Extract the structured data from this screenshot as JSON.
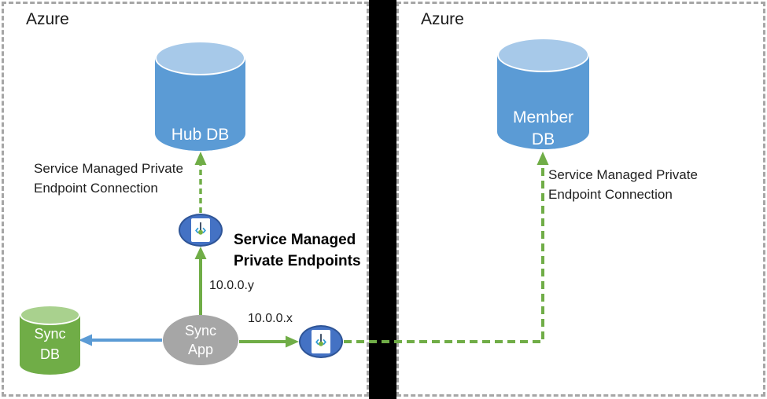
{
  "regions": {
    "left": {
      "label": "Azure"
    },
    "right": {
      "label": "Azure"
    }
  },
  "nodes": {
    "hub_db": {
      "label": "Hub DB",
      "fill": "#5B9BD5",
      "top_fill": "#A7C9E9"
    },
    "member_db": {
      "label": "Member\nDB",
      "fill": "#5B9BD5",
      "top_fill": "#A7C9E9"
    },
    "sync_db": {
      "label": "Sync\nDB",
      "fill": "#70AD47",
      "top_fill": "#A9D18E"
    },
    "sync_app": {
      "label": "Sync\nApp",
      "fill": "#A6A6A6"
    },
    "endpoint_hub": {
      "icon": "private-endpoint-icon",
      "fill": "#4472C4",
      "border": "#2F5597"
    },
    "endpoint_member": {
      "icon": "private-endpoint-icon",
      "fill": "#4472C4",
      "border": "#2F5597"
    }
  },
  "labels": {
    "hub_connection": "Service Managed Private\nEndpoint Connection",
    "member_connection": "Service Managed Private\nEndpoint Connection",
    "endpoints_title": "Service Managed\nPrivate Endpoints",
    "ip_hub": "10.0.0.y",
    "ip_member": "10.0.0.x"
  },
  "connectors": {
    "green": "#70AD47",
    "blue": "#5B9BD5",
    "divider_color": "#000000",
    "edges": [
      {
        "from": "sync_app",
        "to": "sync_db",
        "style": "solid",
        "color": "#5B9BD5"
      },
      {
        "from": "sync_app",
        "to": "endpoint_hub",
        "style": "solid",
        "color": "#70AD47",
        "label": "10.0.0.y"
      },
      {
        "from": "endpoint_hub",
        "to": "hub_db",
        "style": "dashed",
        "color": "#70AD47"
      },
      {
        "from": "sync_app",
        "to": "endpoint_member",
        "style": "solid",
        "color": "#70AD47",
        "label": "10.0.0.x"
      },
      {
        "from": "endpoint_member",
        "to": "member_db",
        "style": "dashed",
        "color": "#70AD47"
      }
    ]
  }
}
